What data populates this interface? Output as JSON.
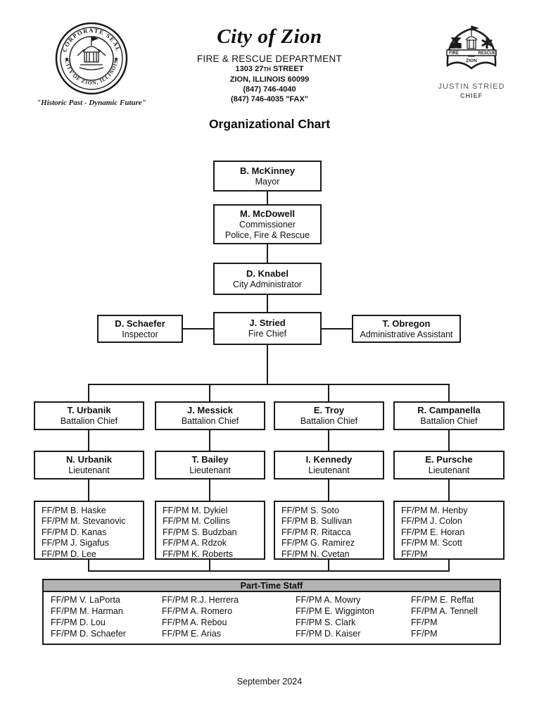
{
  "colors": {
    "line": "#1a1a1a",
    "part_time_header_bg": "#b3b3b3",
    "chief_label_gray": "#595959",
    "page_bg": "#ffffff"
  },
  "header": {
    "seal": {
      "ring_top": "CORPORATE SEAL",
      "ring_bottom": "CITY OF ZION, ILLINOIS",
      "tagline": "\"Historic Past - Dynamic Future\""
    },
    "center": {
      "city_title": "City of Zion",
      "department": "FIRE & RESCUE DEPARTMENT",
      "address1_pre": "1303 27",
      "address1_sup": "TH",
      "address1_post": " STREET",
      "address2": "ZION, ILLINOIS 60099",
      "phone": "(847) 746-4040",
      "fax": "(847) 746-4035 \"FAX\""
    },
    "badge": {
      "banner_left": "FIRE",
      "banner_right": "RESCUE",
      "banner_center": "ZION",
      "chief_name": "JUSTIN STRIED",
      "chief_title": "CHIEF"
    }
  },
  "chart": {
    "title": "Organizational Chart",
    "mayor": {
      "name": "B. McKinney",
      "title": "Mayor"
    },
    "commissioner": {
      "name": "M. McDowell",
      "title": "Commissioner",
      "title2": "Police, Fire & Rescue"
    },
    "administrator": {
      "name": "D. Knabel",
      "title": "City Administrator"
    },
    "inspector": {
      "name": "D. Schaefer",
      "title": "Inspector"
    },
    "fire_chief": {
      "name": "J. Stried",
      "title": "Fire Chief"
    },
    "admin_assistant": {
      "name": "T. Obregon",
      "title": "Administrative Assistant"
    },
    "columns": [
      {
        "battalion_chief": {
          "name": "T. Urbanik",
          "title": "Battalion Chief"
        },
        "lieutenant": {
          "name": "N. Urbanik",
          "title": "Lieutenant"
        },
        "crew": [
          "FF/PM B. Haske",
          "FF/PM M. Stevanovic",
          "FF/PM D. Kanas",
          "FF/PM J. Sigafus",
          "FF/PM D. Lee"
        ]
      },
      {
        "battalion_chief": {
          "name": "J. Messick",
          "title": "Battalion Chief"
        },
        "lieutenant": {
          "name": "T. Bailey",
          "title": "Lieutenant"
        },
        "crew": [
          "FF/PM M. Dykiel",
          "FF/PM M. Collins",
          "FF/PM S. Budzban",
          "FF/PM A. Rdzok",
          "FF/PM K. Roberts"
        ]
      },
      {
        "battalion_chief": {
          "name": "E. Troy",
          "title": "Battalion Chief"
        },
        "lieutenant": {
          "name": "I. Kennedy",
          "title": "Lieutenant"
        },
        "crew": [
          "FF/PM S. Soto",
          "FF/PM B. Sullivan",
          "FF/PM R. Ritacca",
          "FF/PM G. Ramirez",
          "FF/PM N. Cvetan"
        ]
      },
      {
        "battalion_chief": {
          "name": "R. Campanella",
          "title": "Battalion Chief"
        },
        "lieutenant": {
          "name": "E. Pursche",
          "title": "Lieutenant"
        },
        "crew": [
          "FF/PM M. Henby",
          "FF/PM J. Colon",
          "FF/PM E. Horan",
          "FF/PM M. Scott",
          "FF/PM"
        ]
      }
    ]
  },
  "part_time": {
    "title": "Part-Time Staff",
    "columns": [
      [
        "FF/PM V. LaPorta",
        "FF/PM M. Harman",
        "FF/PM D. Lou",
        "FF/PM D. Schaefer"
      ],
      [
        "FF/PM R.J. Herrera",
        "FF/PM A. Romero",
        "FF/PM A. Rebou",
        "FF/PM E. Arias"
      ],
      [
        "FF/PM A. Mowry",
        "FF/PM E. Wigginton",
        "FF/PM S. Clark",
        "FF/PM D. Kaiser"
      ],
      [
        "FF/PM E. Reffat",
        "FF/PM A. Tennell",
        "FF/PM",
        "FF/PM"
      ]
    ]
  },
  "footer": {
    "date": "September 2024"
  }
}
